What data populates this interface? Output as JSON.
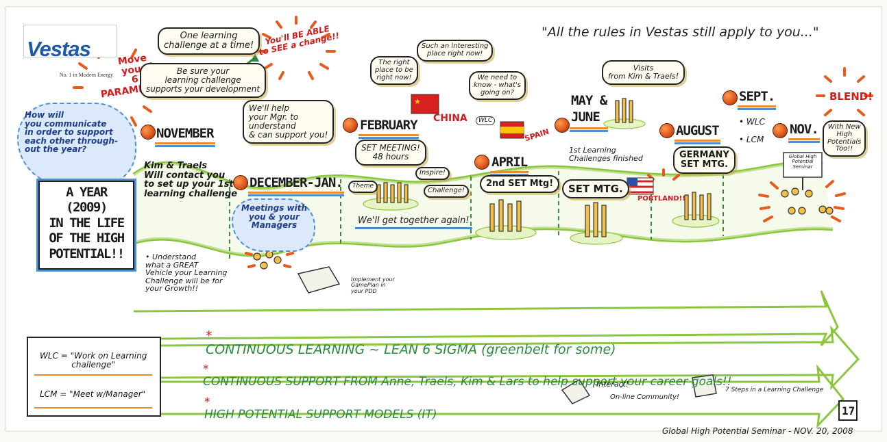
{
  "logo": {
    "brand": "Vestas",
    "tagline": "No. 1 in Modern Energy"
  },
  "header_quote": "\"All the rules in Vestas still apply to you...\"",
  "title_box": "A YEAR (2009)\nIN THE LIFE\nOF THE HIGH\nPOTENTIAL!!",
  "left_cloud": "How will\nyou communicate\nin order to support\neach other through-\nout the year?",
  "move_parameters": "Move\nyour\n6\nPARAMETERS",
  "top_bubbles": {
    "one_learning": "One learning\nchallenge at a time!",
    "be_sure": "Be sure your\nlearning challenge\nsupports your development",
    "see_change": "You'll BE ABLE\nto SEE a change!!"
  },
  "months": {
    "november": "NOVEMBER",
    "december_jan": "DECEMBER-JAN.",
    "february": "FEBRUARY",
    "april": "APRIL",
    "may_june": "MAY &\nJUNE",
    "august": "AUGUST",
    "sept": "SEPT.",
    "nov": "NOV."
  },
  "november_notes": {
    "kim": "Kim & Traels\nWill contact you\nto set up your 1st\nlearning challenge",
    "understand": "• Understand\nwhat a GREAT\nVehicle your Learning\nChallenge will be for\nyour Growth!!"
  },
  "dec_notes": {
    "help": "We'll help\nyour Mgr. to\nunderstand\n& can support you!",
    "meetings": "Meetings with\nyou & your\nManagers",
    "implement": "Implement your\nGamePlan in\nyour PDD"
  },
  "feb_notes": {
    "right_place": "The right\nplace to be\nright now!",
    "interesting": "Such an interesting\nplace right now!",
    "need_to_know": "We need to\nknow - what's\ngoing on?",
    "china": "CHINA",
    "wlc_tag": "WLC",
    "set_meeting": "SET MEETING!\n48 hours",
    "theme": "Theme",
    "inspire": "Inspire!",
    "challenge": "Challenge!",
    "together": "We'll get together again!"
  },
  "april_notes": {
    "spain": "SPAIN",
    "mtg": "2nd SET Mtg!"
  },
  "june_notes": {
    "visits": "Visits\nfrom Kim & Traels!",
    "finished": "1st Learning\nChallenges finished",
    "set_mtg": "SET MTG.",
    "portland": "PORTLAND!!"
  },
  "august_notes": {
    "germany": "GERMANY\nSET MTG."
  },
  "sept_notes": {
    "wlc": "• WLC",
    "lcm": "• LCM",
    "seminar": "Global High\nPotential\nSeminar"
  },
  "nov_notes": {
    "blend": "BLEND!",
    "new_hp": "With New\nHigh\nPotentials\nToo!!"
  },
  "arrows": [
    "CONTINUOUS LEARNING ~ LEAN 6 SIGMA (greenbelt for some)",
    "CONTINUOUS SUPPORT FROM Anne, Traels, Kim & Lars to help support your career goals!!",
    "HIGH POTENTIAL SUPPORT MODELS (IT)"
  ],
  "support_models": {
    "interact": "Interact!",
    "community": "On-line Community!",
    "seven_steps": "7 Steps in a Learning Challenge"
  },
  "legend": {
    "wlc": "WLC = \"Work on Learning\nchallenge\"",
    "lcm": "LCM = \"Meet w/Manager\""
  },
  "page_number": "17",
  "footer": "Global High Potential Seminar - NOV. 20, 2008",
  "colors": {
    "accent_orange": "#f08a2b",
    "accent_green": "#8cc63f",
    "accent_blue": "#4a90d9",
    "accent_red": "#d11c1c"
  }
}
